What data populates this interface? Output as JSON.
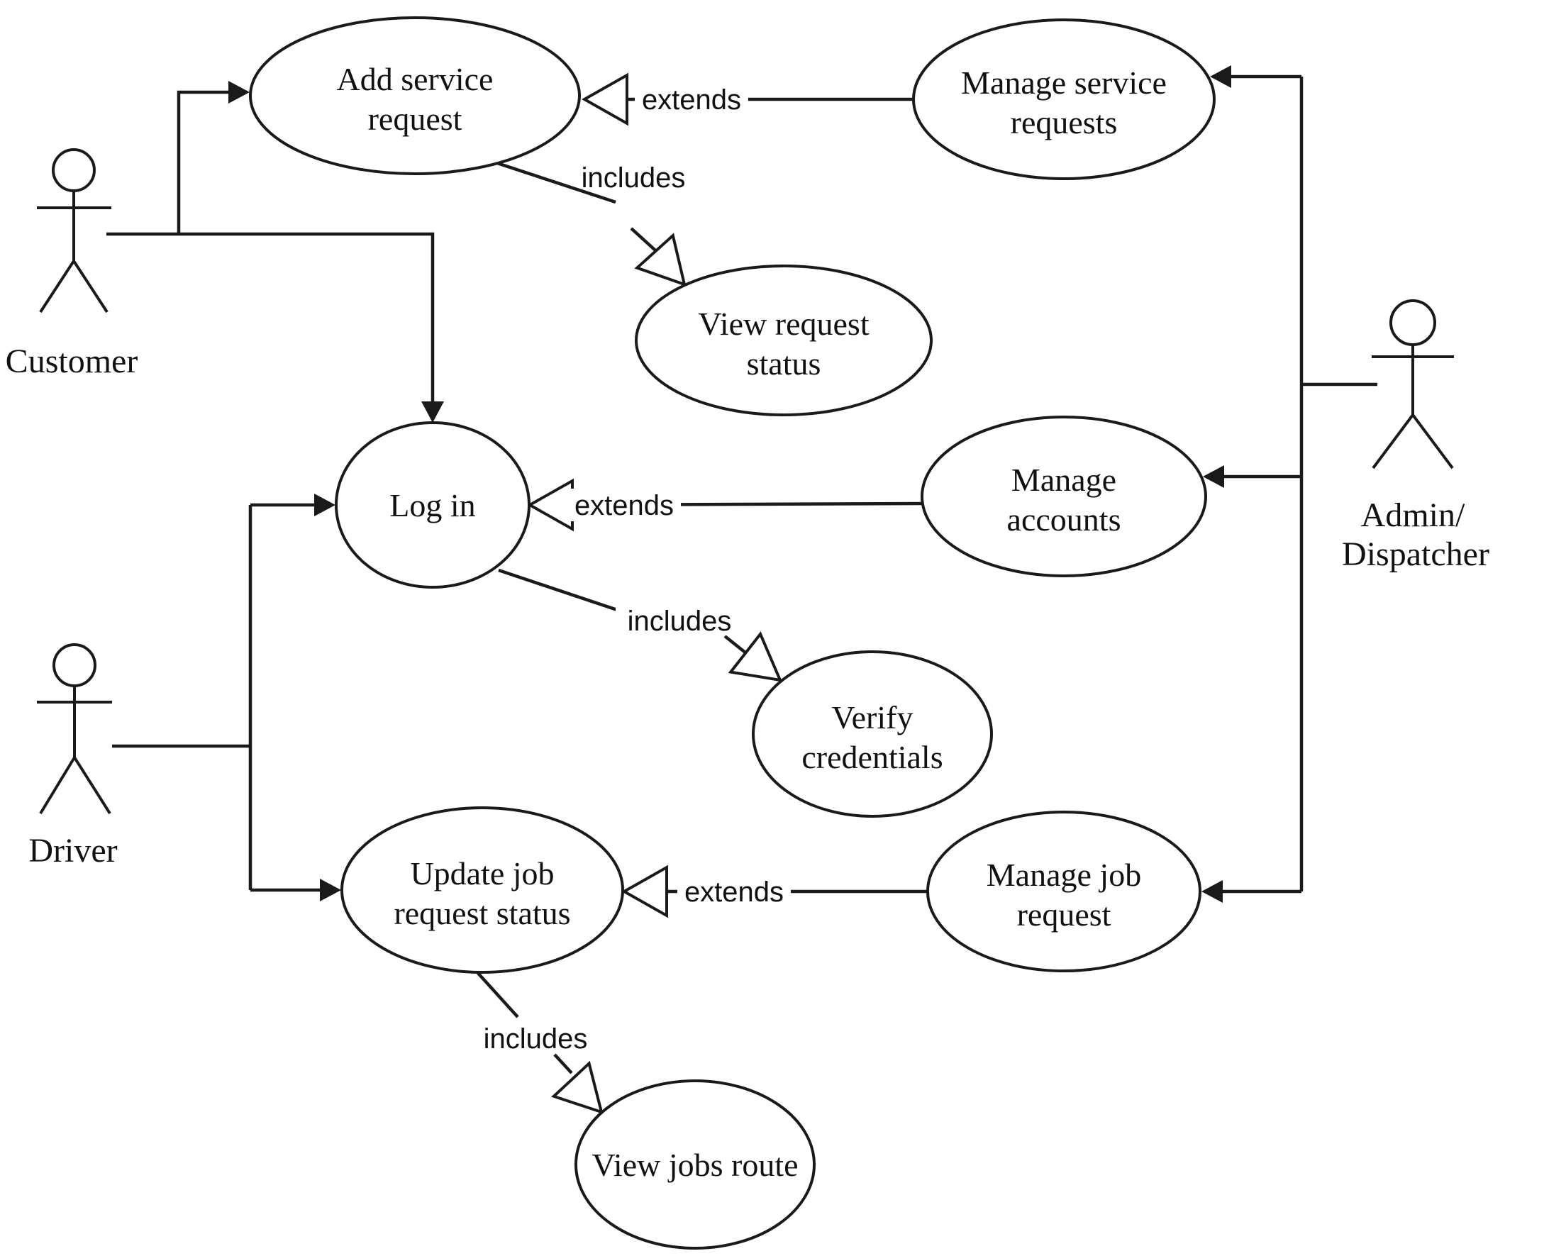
{
  "diagram": {
    "type": "uml-use-case-diagram",
    "colors": {
      "background": "#ffffff",
      "stroke": "#1a1a1a",
      "text": "#111111"
    },
    "actors": [
      {
        "id": "customer",
        "label": "Customer"
      },
      {
        "id": "driver",
        "label": "Driver"
      },
      {
        "id": "admin-dispatcher",
        "lines": [
          "Admin/",
          "Dispatcher"
        ]
      }
    ],
    "use_cases": [
      {
        "id": "add-service-request",
        "lines": [
          "Add service",
          "request"
        ]
      },
      {
        "id": "manage-service-requests",
        "lines": [
          "Manage service",
          "requests"
        ]
      },
      {
        "id": "view-request-status",
        "lines": [
          "View request",
          "status"
        ]
      },
      {
        "id": "log-in",
        "lines": [
          "Log in"
        ]
      },
      {
        "id": "manage-accounts",
        "lines": [
          "Manage",
          "accounts"
        ]
      },
      {
        "id": "verify-credentials",
        "lines": [
          "Verify",
          "credentials"
        ]
      },
      {
        "id": "update-job-request-status",
        "lines": [
          "Update job",
          "request status"
        ]
      },
      {
        "id": "manage-job-request",
        "lines": [
          "Manage job",
          "request"
        ]
      },
      {
        "id": "view-jobs-route",
        "lines": [
          "View jobs route"
        ]
      }
    ],
    "relationships": [
      {
        "from": "Customer",
        "to": "Add service request",
        "type": "association"
      },
      {
        "from": "Customer",
        "to": "Log in",
        "type": "association"
      },
      {
        "from": "Driver",
        "to": "Log in",
        "type": "association"
      },
      {
        "from": "Driver",
        "to": "Update job request status",
        "type": "association"
      },
      {
        "from": "Admin/Dispatcher",
        "to": "Manage service requests",
        "type": "association"
      },
      {
        "from": "Admin/Dispatcher",
        "to": "Manage accounts",
        "type": "association"
      },
      {
        "from": "Admin/Dispatcher",
        "to": "Manage job request",
        "type": "association"
      },
      {
        "from": "Manage service requests",
        "to": "Add service request",
        "type": "extends",
        "label": "extends"
      },
      {
        "from": "Add service request",
        "to": "View request status",
        "type": "includes",
        "label": "includes"
      },
      {
        "from": "Manage accounts",
        "to": "Log in",
        "type": "extends",
        "label": "extends"
      },
      {
        "from": "Log in",
        "to": "Verify credentials",
        "type": "includes",
        "label": "includes"
      },
      {
        "from": "Manage job request",
        "to": "Update job request status",
        "type": "extends",
        "label": "extends"
      },
      {
        "from": "Update job request status",
        "to": "View jobs route",
        "type": "includes",
        "label": "includes"
      }
    ]
  }
}
